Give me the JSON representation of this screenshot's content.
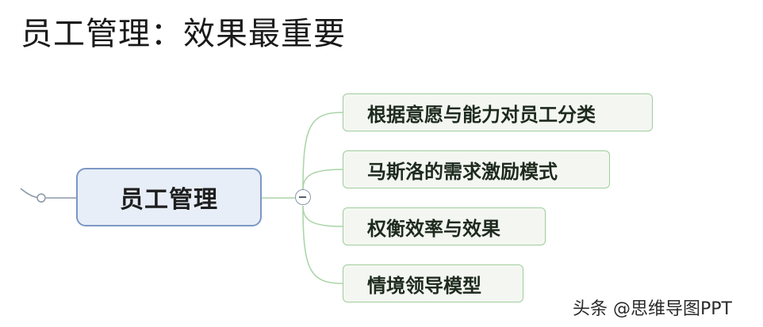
{
  "page_title": "员工管理：效果最重要",
  "mindmap": {
    "central_topic": "员工管理",
    "branches": [
      {
        "label": "根据意愿与能力对员工分类"
      },
      {
        "label": "马斯洛的需求激励模式"
      },
      {
        "label": "权衡效率与效果"
      },
      {
        "label": "情境领导模型"
      }
    ]
  },
  "watermark": "头条 @思维导图PPT",
  "colors": {
    "central_fill": "#e8eef8",
    "central_border": "#7b97c4",
    "branch_fill": "#f4f7f1",
    "branch_border": "#9fcd9e",
    "connector": "#a8d4a6"
  },
  "icons": {
    "collapse_toggle": "minus-circle-icon",
    "parent_link_handle": "circle-handle-icon"
  }
}
